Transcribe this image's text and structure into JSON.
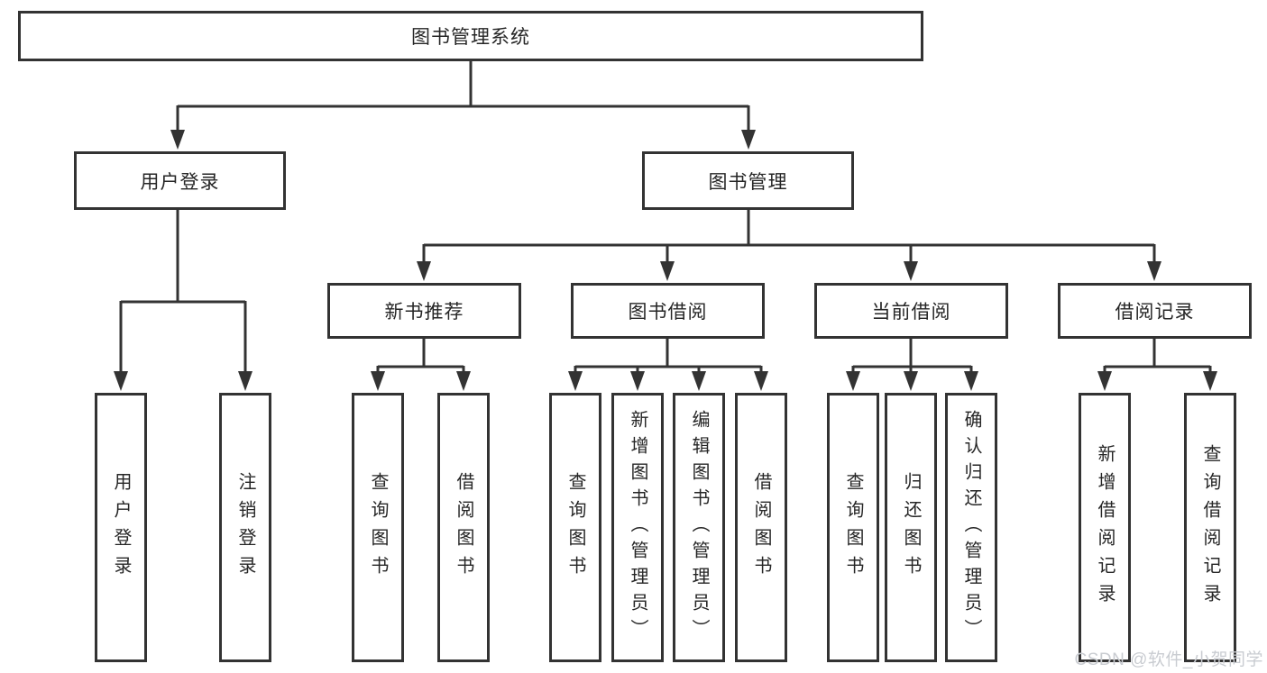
{
  "diagram": {
    "type": "hierarchy",
    "tree": {
      "root": {
        "label": "图书管理系统",
        "children": [
          {
            "label": "用户登录",
            "children": [
              {
                "label": "用户登录"
              },
              {
                "label": "注销登录"
              }
            ]
          },
          {
            "label": "图书管理",
            "children": [
              {
                "label": "新书推荐",
                "children": [
                  {
                    "label": "查询图书"
                  },
                  {
                    "label": "借阅图书"
                  }
                ]
              },
              {
                "label": "图书借阅",
                "children": [
                  {
                    "label": "查询图书"
                  },
                  {
                    "label": "新增图书（管理员）"
                  },
                  {
                    "label": "编辑图书（管理员）"
                  },
                  {
                    "label": "借阅图书"
                  }
                ]
              },
              {
                "label": "当前借阅",
                "children": [
                  {
                    "label": "查询图书"
                  },
                  {
                    "label": "归还图书"
                  },
                  {
                    "label": "确认归还（管理员）"
                  }
                ]
              },
              {
                "label": "借阅记录",
                "children": [
                  {
                    "label": "新增借阅记录"
                  },
                  {
                    "label": "查询借阅记录"
                  }
                ]
              }
            ]
          }
        ]
      }
    },
    "colors": {
      "line": "#333333",
      "box_border": "#333333",
      "text": "#262626",
      "background": "#ffffff",
      "watermark": "#c9ccd1"
    },
    "watermark": "CSDN @软件_小贺同学"
  }
}
